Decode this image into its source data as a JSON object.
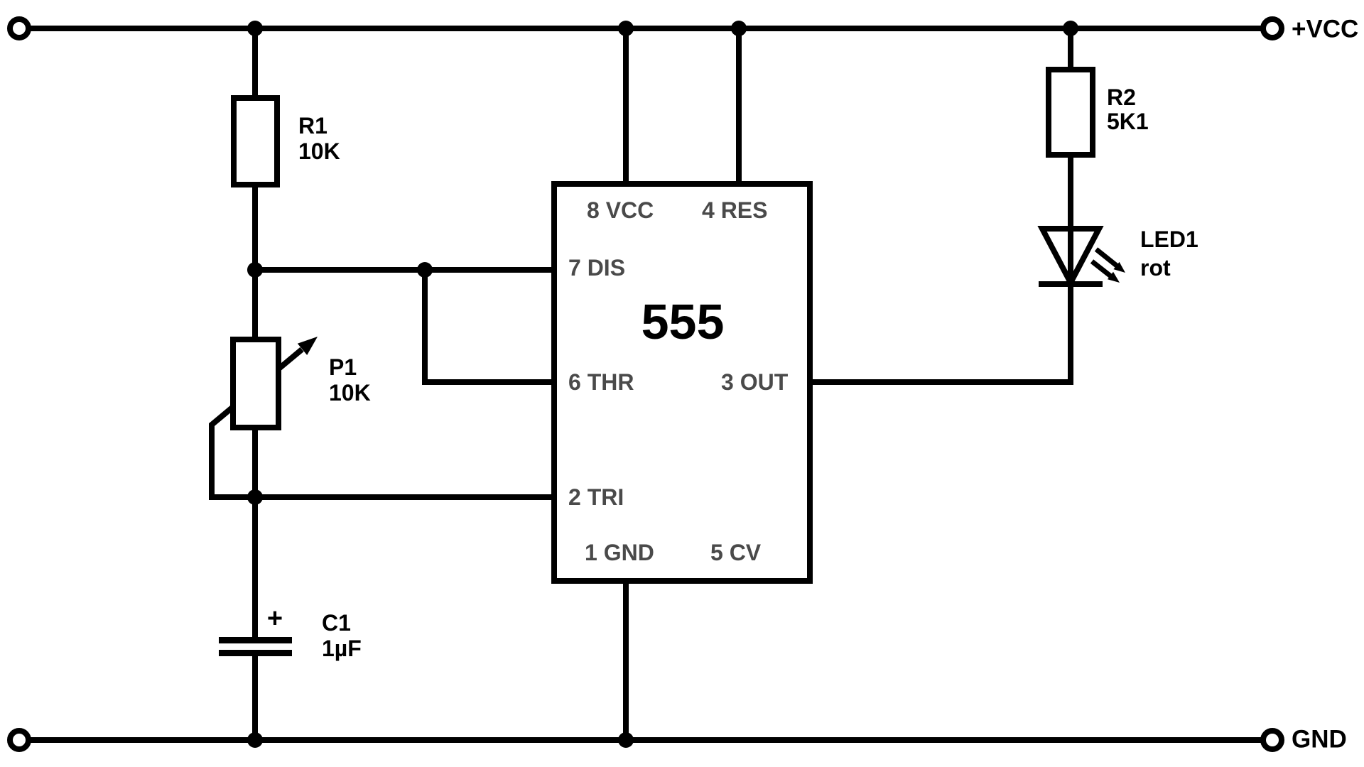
{
  "terminals": {
    "vcc_label": "+VCC",
    "gnd_label": "GND"
  },
  "ic555": {
    "label": "555",
    "pins": {
      "pin8": "8 VCC",
      "pin4": "4 RES",
      "pin7": "7 DIS",
      "pin6": "6 THR",
      "pin3": "3 OUT",
      "pin2": "2 TRI",
      "pin1": "1 GND",
      "pin5": "5 CV"
    }
  },
  "components": {
    "r1": {
      "designator": "R1",
      "value": "10K"
    },
    "p1": {
      "designator": "P1",
      "value": "10K"
    },
    "c1": {
      "designator": "C1",
      "value": "1µF",
      "polarity_mark": "+"
    },
    "r2": {
      "designator": "R2",
      "value": "5K1"
    },
    "led1": {
      "designator": "LED1",
      "value": "rot"
    }
  },
  "colors": {
    "wire": "#000000",
    "pin_label": "#4a4a4a",
    "background": "#ffffff"
  }
}
